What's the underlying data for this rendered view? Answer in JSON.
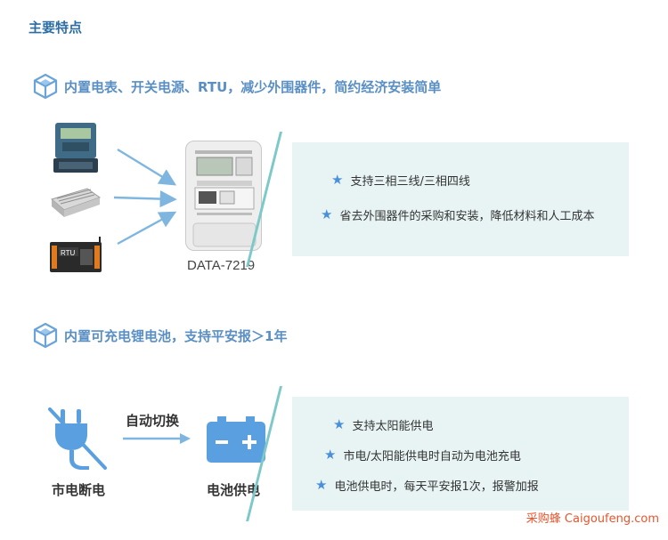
{
  "page_title": "主要特点",
  "section1": {
    "heading": "内置电表、开关电源、RTU，减少外围器件，简约经济安装简单",
    "meter_label": "DATA-7219",
    "rtu_label": "RTU",
    "features": [
      "支持三相三线/三相四线",
      "省去外围器件的采购和安装，降低材料和人工成本"
    ]
  },
  "section2": {
    "heading": "内置可充电锂电池，支持平安报＞1年",
    "left_label": "市电断电",
    "arrow_label": "自动切换",
    "right_label": "电池供电",
    "features": [
      "支持太阳能供电",
      "市电/太阳能供电时自动为电池充电",
      "电池供电时，每天平安报1次，报警加报"
    ]
  },
  "watermark": "采购蜂 Caigoufeng.com",
  "colors": {
    "title": "#2c6ea4",
    "heading": "#5a8fc4",
    "panel": "#e8f4f4",
    "icon_blue": "#5aa0e0",
    "star": "#4a90d9"
  },
  "icons": [
    "cube-icon",
    "star-icon",
    "unplug-icon",
    "battery-icon",
    "arrow-icon"
  ]
}
